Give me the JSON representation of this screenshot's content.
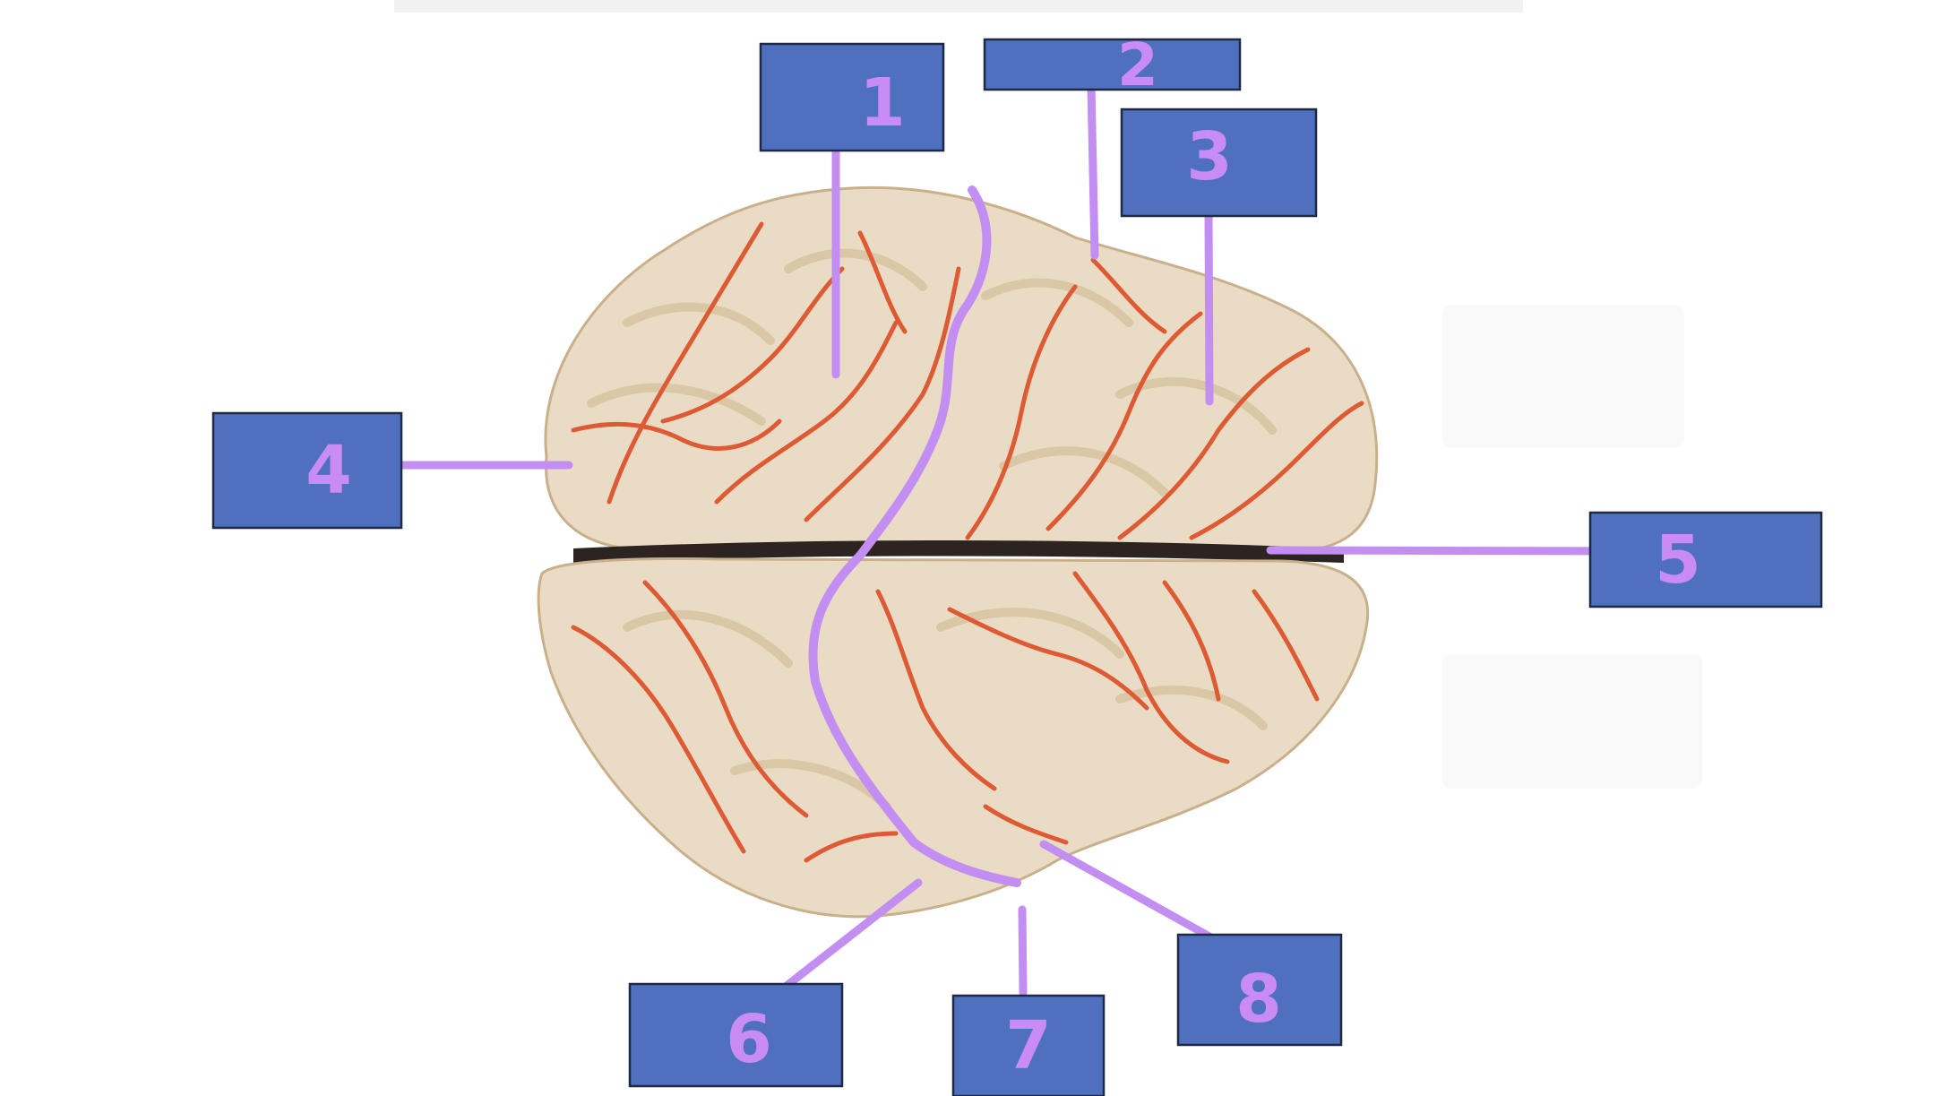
{
  "labels": [
    {
      "id": "label-1",
      "text": "1"
    },
    {
      "id": "label-2",
      "text": "2"
    },
    {
      "id": "label-3",
      "text": "3"
    },
    {
      "id": "label-4",
      "text": "4"
    },
    {
      "id": "label-5",
      "text": "5"
    },
    {
      "id": "label-6",
      "text": "6"
    },
    {
      "id": "label-7",
      "text": "7"
    },
    {
      "id": "label-8",
      "text": "8"
    }
  ],
  "colors": {
    "box_fill": "#4f6fbf",
    "box_border": "#1e2a44",
    "leader_line": "#c38ef2",
    "number_text": "#c98cf5",
    "brain_tissue": "#eadcc4",
    "blood_vessel": "#dd5a34"
  }
}
